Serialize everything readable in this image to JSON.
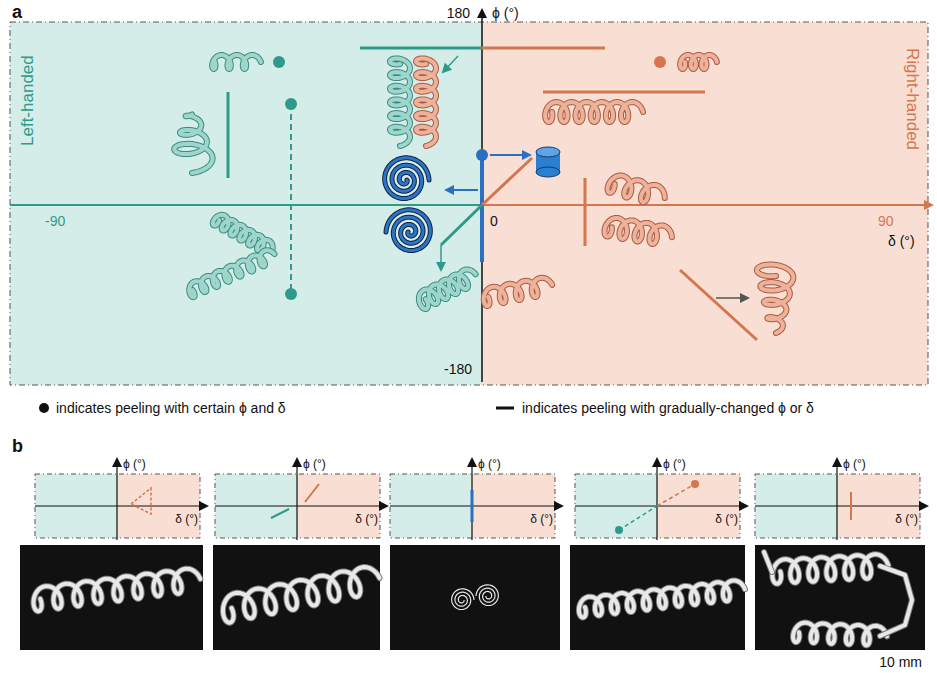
{
  "diagram": {
    "nodes": [
      {
        "text": [
          "Left-handed"
        ]
      },
      {
        "text": [
          "Right-handed"
        ]
      }
    ],
    "labels": [
      "a",
      "180",
      "ϕ (°)",
      "-90",
      "0",
      "90",
      "δ (°)",
      "-180",
      "b",
      "ϕ (°)",
      "δ (°)",
      "ϕ (°)",
      "δ (°)",
      "ϕ (°)",
      "δ (°)",
      "ϕ (°)",
      "δ (°)",
      "ϕ (°)",
      "δ (°)",
      "10 mm"
    ],
    "legend": [
      {
        "text": "indicates peeling with certain ϕ and δ"
      },
      {
        "text": "indicates peeling with gradually-changed ϕ or δ"
      }
    ]
  }
}
